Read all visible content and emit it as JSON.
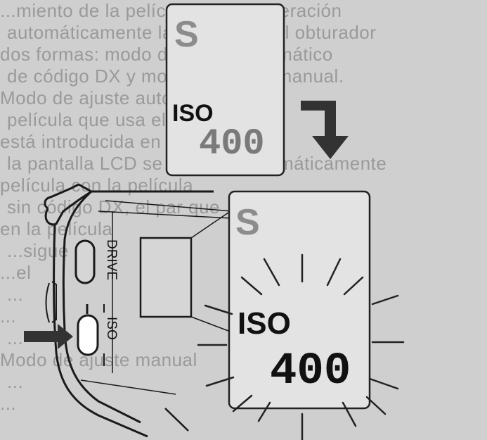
{
  "background_text": [
    "...miento de la película y de la operación",
    "automáticamente la velocidad del obturador",
    "dos formas: modo de ajuste automático",
    "de código DX y modo de ajuste manual.",
    "Modo de ajuste automático en la",
    "película que usa el código DX, y",
    "está introducida en la cámara de",
    "la pantalla LCD se ajustará automáticamente",
    "película con la película",
    "sin código DX, el par que",
    "en la película",
    "...sigue",
    "...el",
    "...",
    "...",
    "...",
    "Modo de ajuste manual",
    "...",
    "..."
  ],
  "top_lcd": {
    "mode": "S",
    "iso_label": "ISO",
    "iso_value": "400"
  },
  "bottom_lcd": {
    "mode": "S",
    "iso_label": "ISO",
    "iso_value": "400"
  },
  "camera_buttons": {
    "drive_label": "DRIVE",
    "iso_label": "ISO"
  }
}
